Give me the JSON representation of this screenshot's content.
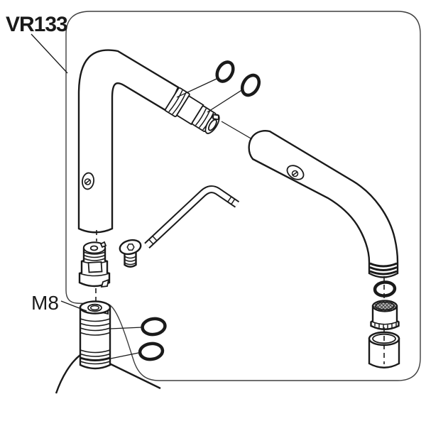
{
  "diagram": {
    "title_label": "VR133",
    "annotations": {
      "thread_size_label": "M8"
    },
    "colors": {
      "background": "#ffffff",
      "line": "#1a1a1a",
      "frame": "#3f3f3f",
      "mesh_light": "#bdbdbd",
      "mesh_dark": "#3f3f3f"
    },
    "parts": [
      "frame",
      "bend-spout-tube",
      "tube-set-screw-port",
      "upper-oring-1",
      "upper-oring-2",
      "hex-key",
      "flow-cartridge",
      "fixing-screw",
      "m8-adapter-nipple",
      "adapter-oring-1",
      "adapter-oring-2",
      "faucet-body-shoulder",
      "outlet-spout-tube",
      "spout-set-screw-port",
      "aerator-oring",
      "aerator-insert",
      "aerator-shell"
    ]
  }
}
